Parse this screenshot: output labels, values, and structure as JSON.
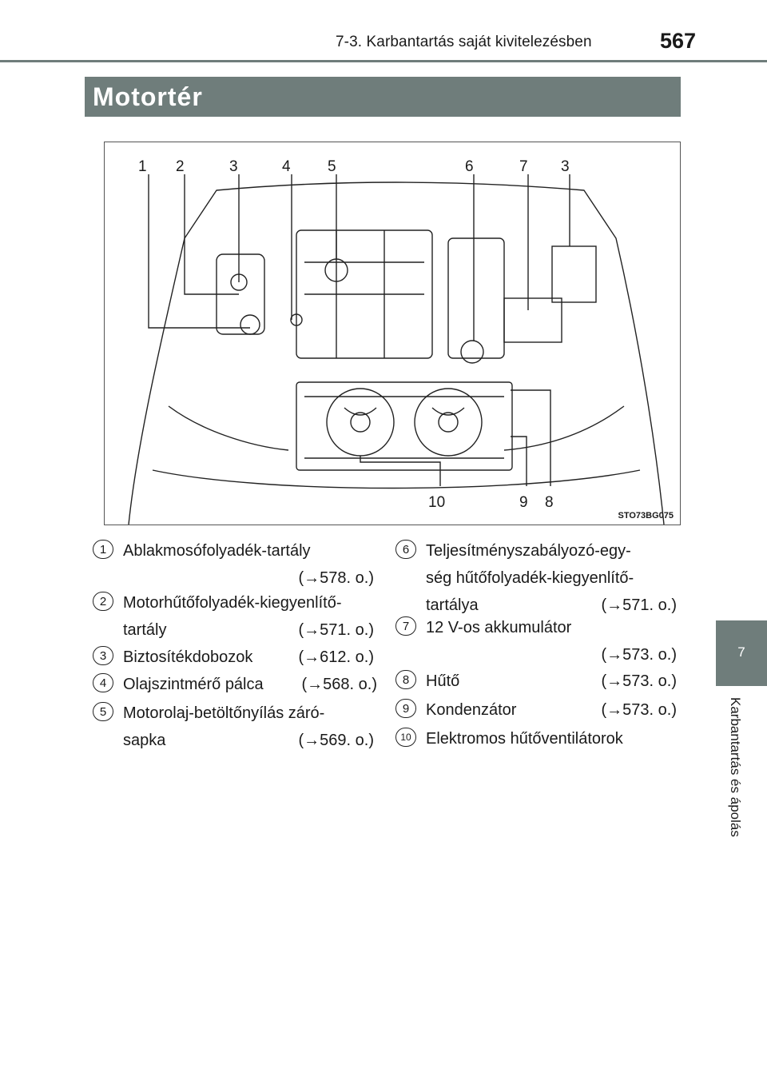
{
  "header": {
    "section": "7-3. Karbantartás saját kivitelezésben",
    "page_number": "567"
  },
  "title": "Motortér",
  "side_tab": {
    "chapter_number": "7",
    "chapter_label": "Karbantartás és ápolás"
  },
  "figure": {
    "code": "STO73BG075",
    "callouts_top": [
      "1",
      "2",
      "3",
      "4",
      "5",
      "6",
      "7",
      "3"
    ],
    "callouts_bottom": [
      "10",
      "9",
      "8"
    ]
  },
  "items_left": [
    {
      "num": "1",
      "line1": "Ablakmosófolyadék-tartály",
      "line2": "",
      "ref": "(→578. o.)"
    },
    {
      "num": "2",
      "line1": "Motorhűtőfolyadék-kiegyenlítő-",
      "line2": "tartály",
      "ref": "(→571. o.)"
    },
    {
      "num": "3",
      "line1": "Biztosítékdobozok",
      "line2": "",
      "ref": "(→612. o.)"
    },
    {
      "num": "4",
      "line1": "Olajszintmérő pálca",
      "line2": "",
      "ref": "(→568. o.)"
    },
    {
      "num": "5",
      "line1": "Motorolaj-betöltőnyílás záró-",
      "line2": "sapka",
      "ref": "(→569. o.)"
    }
  ],
  "items_right": [
    {
      "num": "6",
      "line1": "Teljesítményszabályozó-egy-",
      "line2": "ség hűtőfolyadék-kiegyenlítő-",
      "line3": "tartálya",
      "ref": "(→571. o.)"
    },
    {
      "num": "7",
      "line1": "12 V-os akkumulátor",
      "line2": "",
      "ref": "(→573. o.)"
    },
    {
      "num": "8",
      "line1": "Hűtő",
      "line2": "",
      "ref": "(→573. o.)"
    },
    {
      "num": "9",
      "line1": "Kondenzátor",
      "line2": "",
      "ref": "(→573. o.)"
    },
    {
      "num": "10",
      "line1": "Elektromos hűtőventilátorok",
      "line2": "",
      "ref": ""
    }
  ]
}
